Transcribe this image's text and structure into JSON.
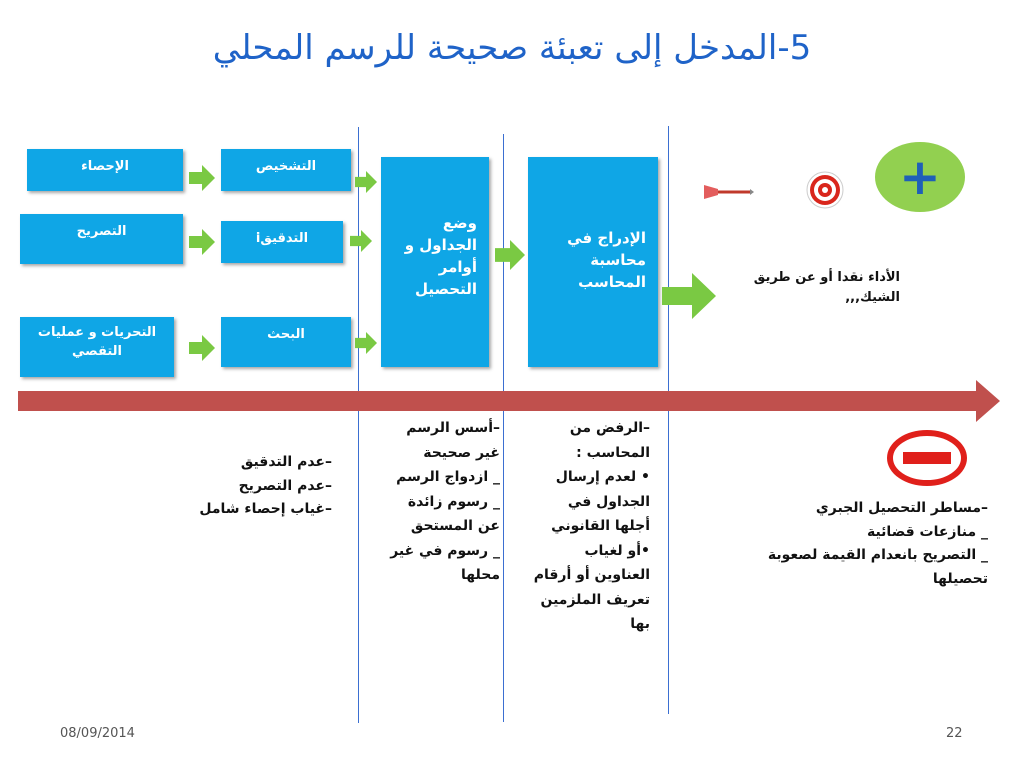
{
  "title": "5-المدخل إلى تعبئة صحيحة للرسم المحلي",
  "boxes": {
    "census": "الإحصاء",
    "diagnosis": "التشخيص",
    "declaration": "التصريح",
    "audit": "التدقيقi",
    "investigations": "التحريات و عمليات التقصي",
    "research": "البحث",
    "tables": "وضع الجداول و أوامر التحصيل",
    "inclusion": "الإدراج في محاسبة المحاسب"
  },
  "payment_text": "الأداء نقدا أو عن طريق الشيك,,,",
  "notes": {
    "col1": [
      "–عدم التدقيق",
      "–عدم التصريح",
      "–غياب إحصاء شامل"
    ],
    "col2": [
      "–أسس الرسم",
      "غير صحيحة",
      "_ ازدواج الرسم",
      "_ رسوم زائدة",
      "عن المستحق",
      "_ رسوم  في غير",
      "محلها"
    ],
    "col3": [
      "–الرفض من",
      "المحاسب :",
      "• لعدم إرسال",
      "الجداول في",
      "أجلها القانوني",
      "•أو لغياب",
      "العناوين أو أرقام",
      "تعريف الملزمين",
      "بها"
    ],
    "col4": [
      "–مساطر التحصيل الجبري",
      "_ منازعات قضائية",
      "_ التصريح بانعدام القيمة لصعوبة",
      "تحصيلها"
    ]
  },
  "plus_symbol": "+",
  "footer": {
    "date": "08/09/2014",
    "page": "22"
  },
  "colors": {
    "box": "#0fa6e6",
    "arrow_green": "#7ac943",
    "timeline": "#c0504d",
    "title": "#1f63c8",
    "plus_bg": "#92d050"
  }
}
